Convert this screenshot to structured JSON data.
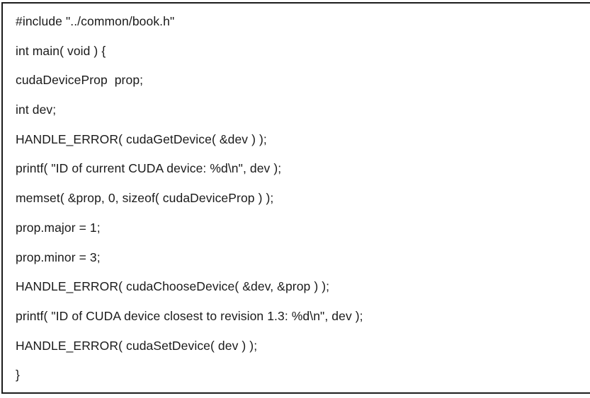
{
  "document": {
    "type": "code-listing",
    "language": "cuda-c",
    "colors": {
      "background": "#ffffff",
      "border": "#1c1c1c",
      "text": "#1a1a1a"
    }
  },
  "code": {
    "lines": [
      "#include \"../common/book.h\"",
      "int main( void ) {",
      "cudaDeviceProp  prop;",
      "int dev;",
      "HANDLE_ERROR( cudaGetDevice( &dev ) );",
      "printf( \"ID of current CUDA device: %d\\n\", dev );",
      "memset( &prop, 0, sizeof( cudaDeviceProp ) );",
      "prop.major = 1;",
      "prop.minor = 3;",
      "HANDLE_ERROR( cudaChooseDevice( &dev, &prop ) );",
      "printf( \"ID of CUDA device closest to revision 1.3: %d\\n\", dev );",
      "HANDLE_ERROR( cudaSetDevice( dev ) );",
      "}"
    ]
  }
}
